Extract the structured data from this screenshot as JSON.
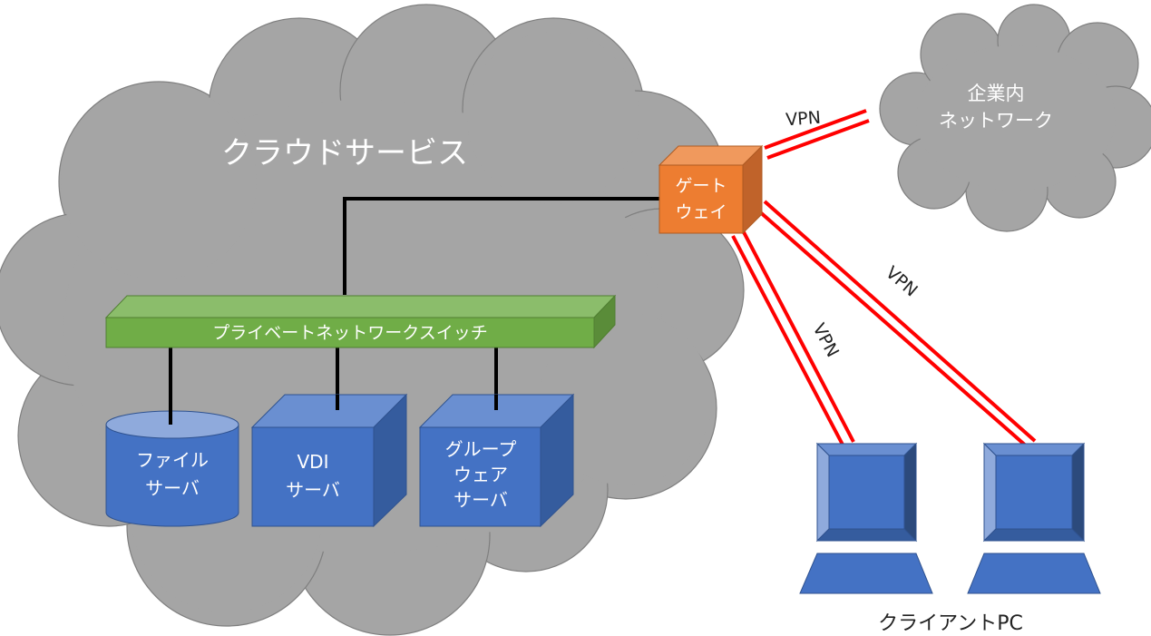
{
  "diagram": {
    "cloud_service": {
      "label": "クラウドサービス"
    },
    "corporate_network": {
      "line1": "企業内",
      "line2": "ネットワーク"
    },
    "gateway": {
      "line1": "ゲート",
      "line2": "ウェイ"
    },
    "switch": {
      "label": "プライベートネットワークスイッチ"
    },
    "servers": [
      {
        "id": "file",
        "shape": "cylinder",
        "lines": [
          "ファイル",
          "サーバ"
        ]
      },
      {
        "id": "vdi",
        "shape": "cube",
        "lines": [
          "VDI",
          "サーバ"
        ]
      },
      {
        "id": "groupware",
        "shape": "cube",
        "lines": [
          "グループ",
          "ウェア",
          "サーバ"
        ]
      }
    ],
    "vpn_links": [
      {
        "label": "VPN",
        "to": "corporate_network"
      },
      {
        "label": "VPN",
        "to": "client_pc_1"
      },
      {
        "label": "VPN",
        "to": "client_pc_2"
      }
    ],
    "client_pc": {
      "label": "クライアントPC",
      "count": 2
    },
    "colors": {
      "cloud_fill": "#a5a5a5",
      "cloud_stroke": "#7f7f7f",
      "gateway": "#ed7d31",
      "switch": "#70ad47",
      "server": "#4472c4",
      "vpn_line": "#ff0000",
      "wire": "#000000"
    }
  }
}
